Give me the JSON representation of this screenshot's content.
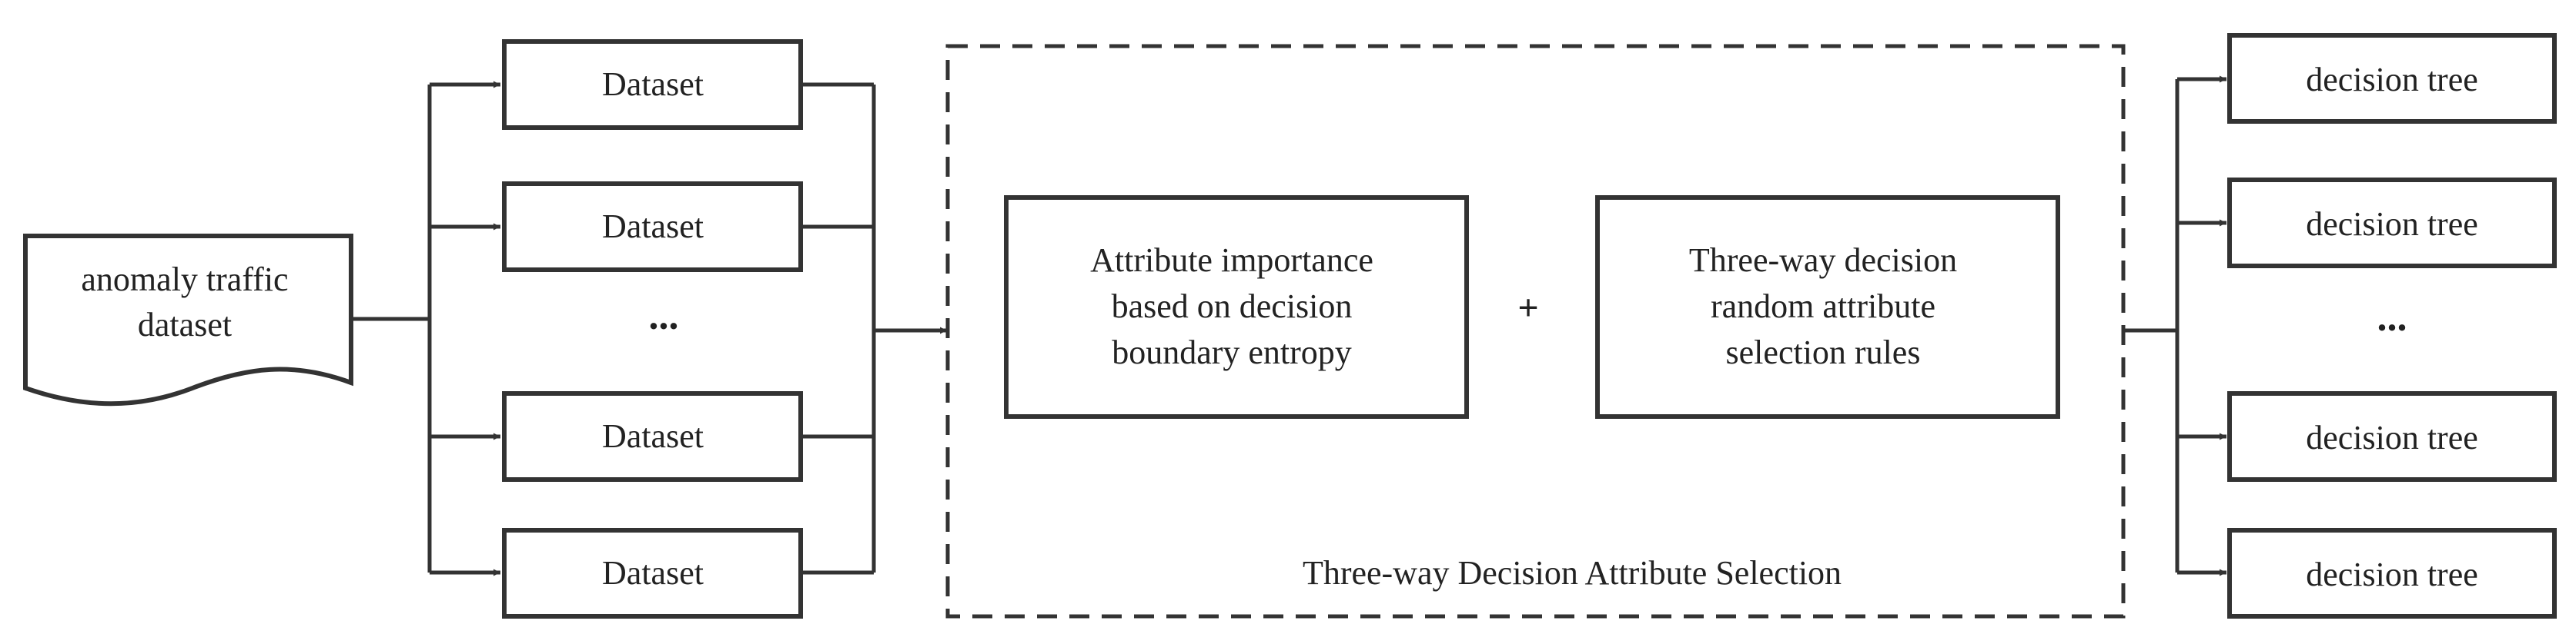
{
  "input": {
    "lines": [
      "anomaly traffic",
      "dataset"
    ]
  },
  "datasets": {
    "items": [
      "Dataset",
      "Dataset",
      "Dataset",
      "Dataset"
    ],
    "ellipsis": "..."
  },
  "selection": {
    "caption": "Three-way Decision Attribute Selection",
    "left_box": {
      "lines": [
        "Attribute importance",
        "based on decision",
        "boundary entropy"
      ]
    },
    "plus": "+",
    "right_box": {
      "lines": [
        "Three-way decision",
        "random attribute",
        "selection rules"
      ]
    }
  },
  "trees": {
    "items": [
      "decision tree",
      "decision tree",
      "decision tree",
      "decision tree"
    ],
    "ellipsis": "..."
  },
  "colors": {
    "stroke": "#333333",
    "text": "#222222",
    "background": "#ffffff"
  }
}
